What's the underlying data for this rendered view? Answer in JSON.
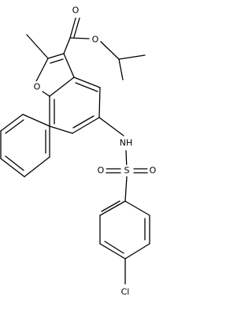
{
  "molecule": {
    "atom_labels": {
      "ester_carbonyl_oxygen": "O",
      "ester_oxygen": "O",
      "furan_oxygen": "O",
      "sulfonamide_nitrogen": "NH",
      "sulfur": "S",
      "sulfonyl_oxygen_left": "O",
      "sulfonyl_oxygen_right": "O",
      "chlorine": "Cl"
    }
  }
}
